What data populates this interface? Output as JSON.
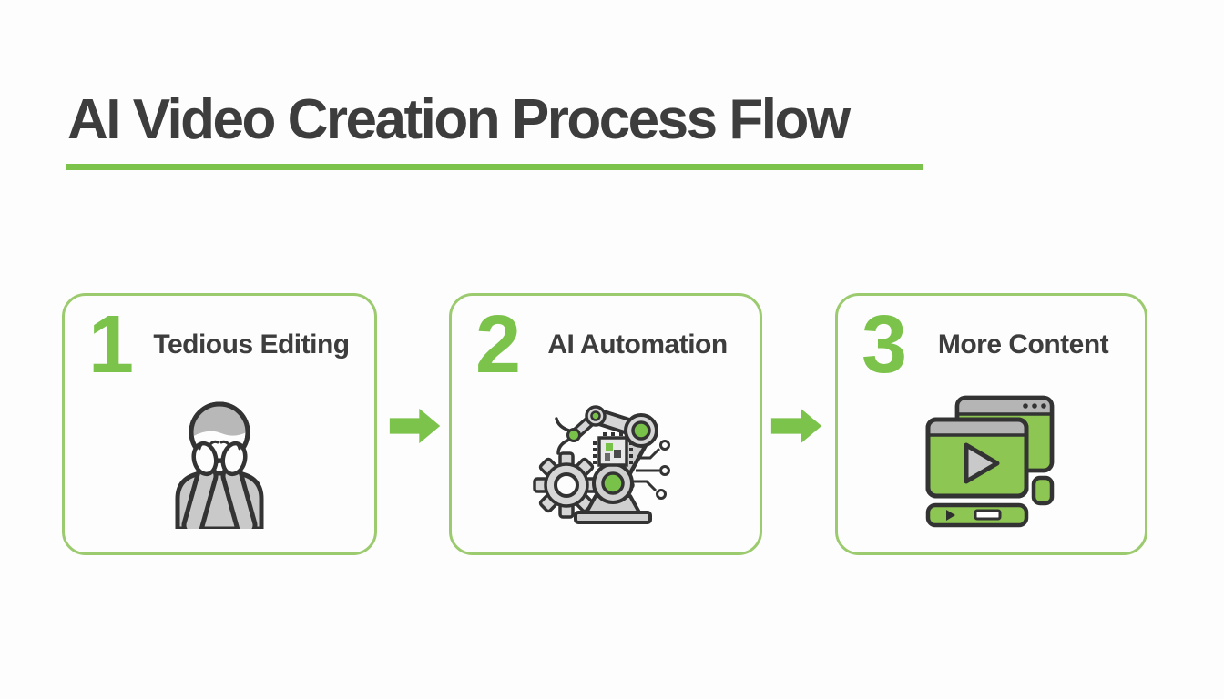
{
  "header": {
    "title": "AI Video Creation Process Flow"
  },
  "steps": [
    {
      "number": "1",
      "label": "Tedious Editing",
      "icon": "stressed-person-icon"
    },
    {
      "number": "2",
      "label": "AI Automation",
      "icon": "robot-arm-icon"
    },
    {
      "number": "3",
      "label": "More Content",
      "icon": "video-player-windows-icon"
    }
  ],
  "connectors": [
    {
      "icon": "right-arrow-icon"
    },
    {
      "icon": "right-arrow-icon"
    }
  ],
  "colors": {
    "accent_green": "#7cc34c",
    "card_border_green": "#9bcb6e",
    "icon_green": "#79c24a",
    "title_text": "#3d3d3d",
    "icon_gray": "#cfcfcf",
    "icon_outline": "#333333",
    "background": "#fdfdfd"
  }
}
